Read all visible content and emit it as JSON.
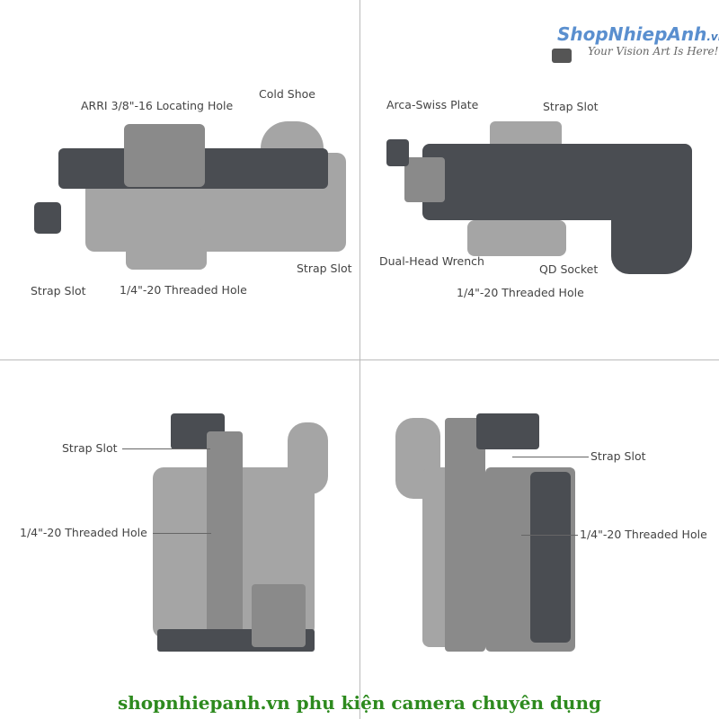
{
  "logo": {
    "brand": "ShopNhiepAnh",
    "tld": ".vn",
    "tagline": "Your Vision Art Is Here!"
  },
  "panels": {
    "top_left": {
      "labels": [
        "ARRI 3/8\"-16 Locating Hole",
        "Cold Shoe",
        "Strap Slot",
        "Strap Slot",
        "1/4\"-20 Threaded Hole"
      ]
    },
    "top_right": {
      "labels": [
        "Arca-Swiss Plate",
        "Strap Slot",
        "Dual-Head Wrench",
        "QD Socket",
        "1/4\"-20 Threaded Hole"
      ]
    },
    "bottom_left": {
      "labels": [
        "Strap Slot",
        "1/4\"-20 Threaded Hole"
      ]
    },
    "bottom_right": {
      "labels": [
        "Strap Slot",
        "1/4\"-20 Threaded Hole"
      ]
    }
  },
  "footer": "shopnhiepanh.vn phụ kiện camera chuyên dụng"
}
